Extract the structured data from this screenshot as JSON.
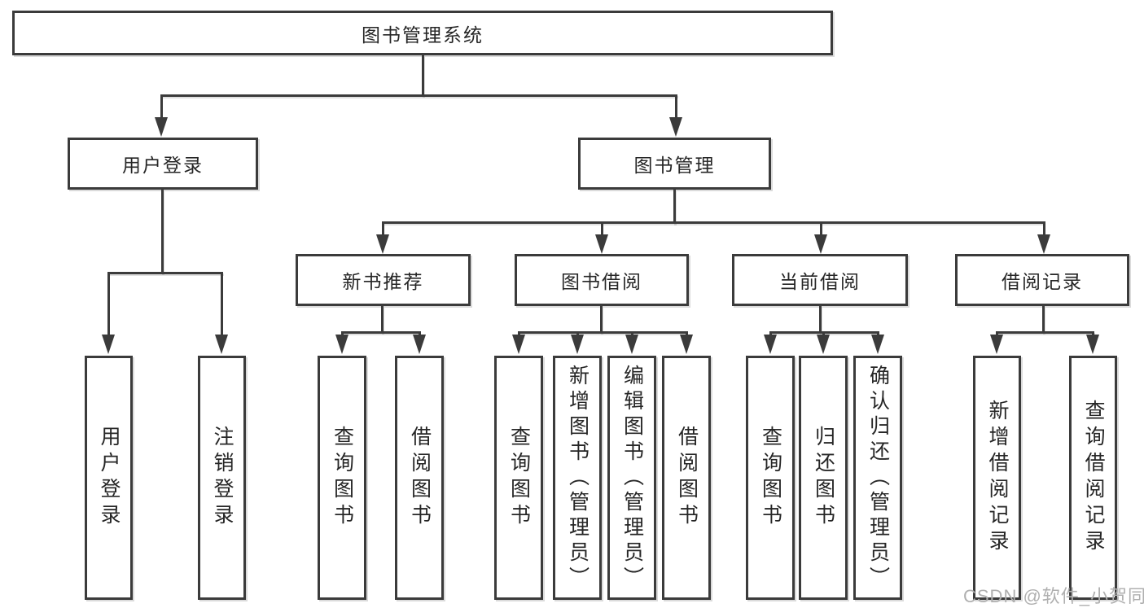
{
  "diagram": {
    "title": "图书管理系统",
    "type": "hierarchy-tree",
    "colors": {
      "line": "#3b3b3b",
      "text": "#262626",
      "background": "#ffffff"
    },
    "tree": {
      "root": {
        "label": "图书管理系统"
      },
      "branches": [
        {
          "label": "用户登录",
          "children": [
            {
              "label": "用户登录"
            },
            {
              "label": "注销登录"
            }
          ]
        },
        {
          "label": "图书管理",
          "children": [
            {
              "label": "新书推荐",
              "children": [
                {
                  "label": "查询图书"
                },
                {
                  "label": "借阅图书"
                }
              ]
            },
            {
              "label": "图书借阅",
              "children": [
                {
                  "label": "查询图书"
                },
                {
                  "label": "新增图书（管理员）"
                },
                {
                  "label": "编辑图书（管理员）"
                },
                {
                  "label": "借阅图书"
                }
              ]
            },
            {
              "label": "当前借阅",
              "children": [
                {
                  "label": "查询图书"
                },
                {
                  "label": "归还图书"
                },
                {
                  "label": "确认归还（管理员）"
                }
              ]
            },
            {
              "label": "借阅记录",
              "children": [
                {
                  "label": "新增借阅记录"
                },
                {
                  "label": "查询借阅记录"
                }
              ]
            }
          ]
        }
      ]
    }
  },
  "watermark": {
    "text": "CSDN @软件_小贺同学",
    "color": "#b0b0b0"
  }
}
